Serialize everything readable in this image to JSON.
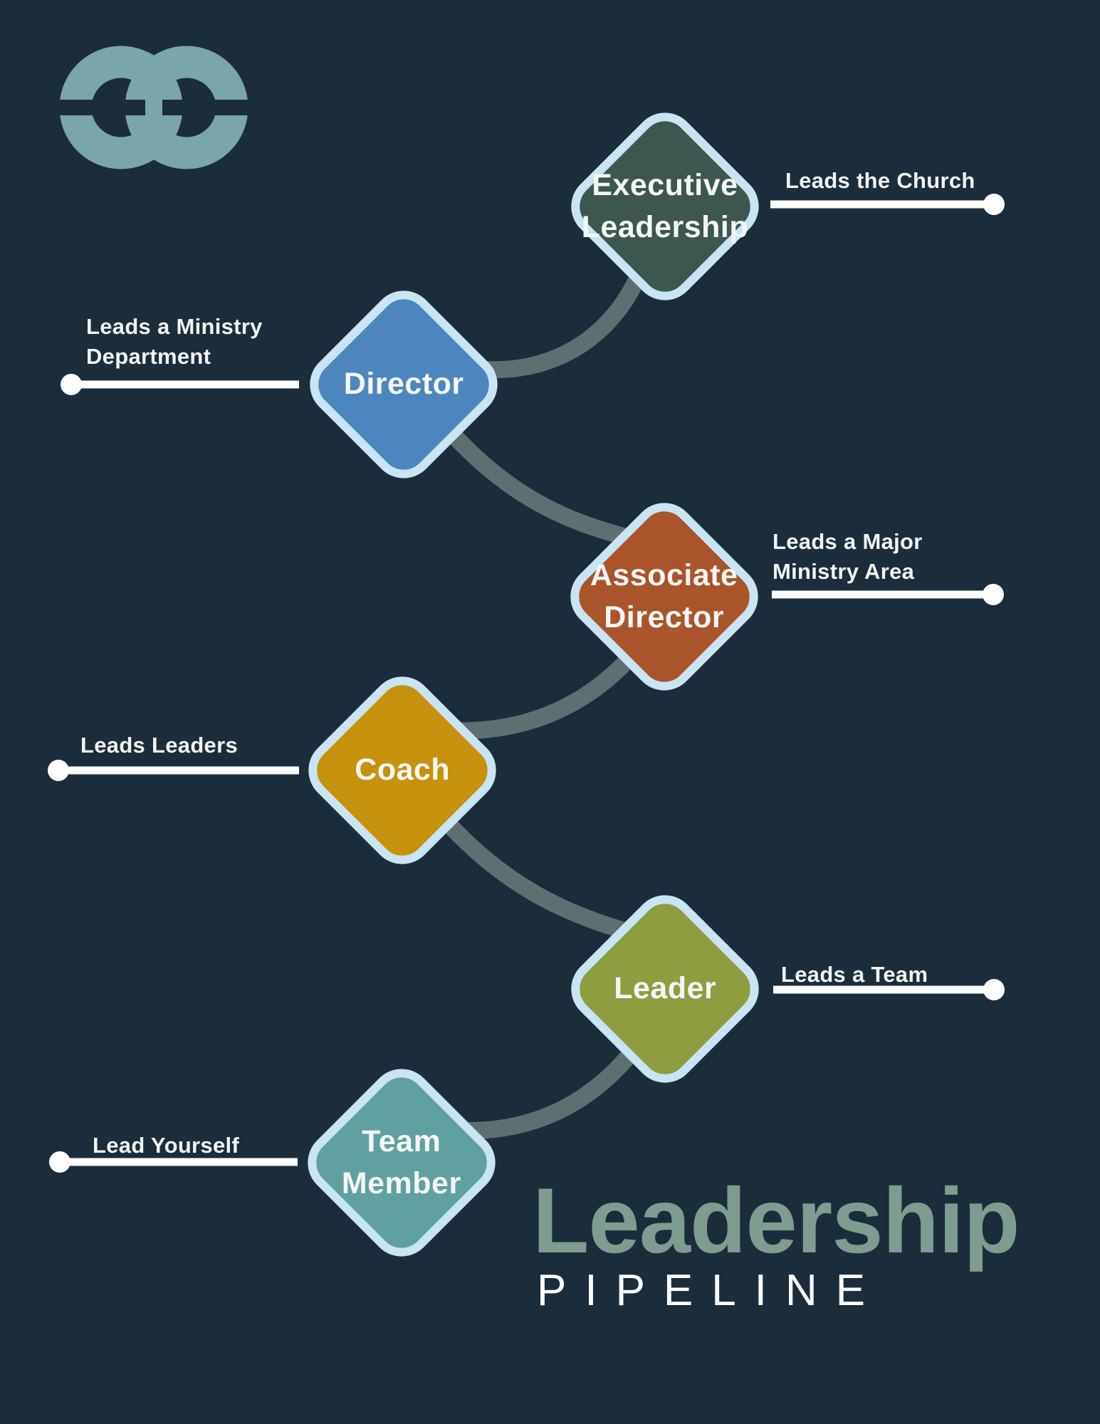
{
  "title": {
    "main": "Leadership",
    "sub": "PIPELINE"
  },
  "logo": {
    "name": "interlocked-rings-cross-logo"
  },
  "nodes": [
    {
      "id": "executive-leadership",
      "title": "Executive\nLeadership",
      "callout": "Leads the Church",
      "color": "#3D574F"
    },
    {
      "id": "director",
      "title": "Director",
      "callout": "Leads a Ministry\nDepartment",
      "color": "#4D86BE"
    },
    {
      "id": "associate-director",
      "title": "Associate\nDirector",
      "callout": "Leads a Major\nMinistry Area",
      "color": "#A9542B"
    },
    {
      "id": "coach",
      "title": "Coach",
      "callout": "Leads Leaders",
      "color": "#C6920D"
    },
    {
      "id": "leader",
      "title": "Leader",
      "callout": "Leads a Team",
      "color": "#8D9D40"
    },
    {
      "id": "team-member",
      "title": "Team\nMember",
      "callout": "Lead Yourself",
      "color": "#60A0A0"
    }
  ],
  "colors": {
    "background": "#1B2C3B",
    "diamond_border": "#C9E4F3",
    "connector_gray": "#5E6F72",
    "callout_white": "#FFFFFF",
    "logo_teal": "#7AA6AA",
    "title_main": "#7E9C8F",
    "title_sub": "#FFFFFF",
    "node_text": "#F4F6F5"
  }
}
